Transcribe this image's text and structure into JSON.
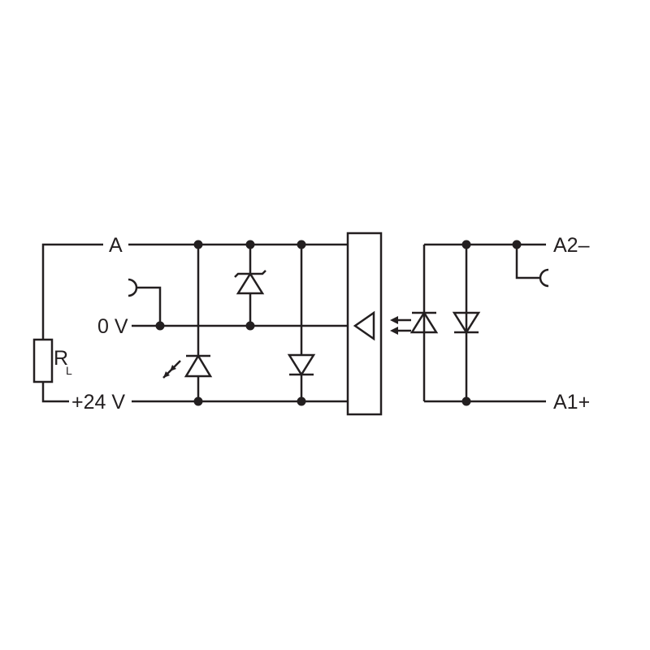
{
  "diagram": {
    "labels": {
      "a": "A",
      "zero_v": "0 V",
      "plus_24v": "+24 V",
      "rl_main": "R",
      "rl_sub": "L",
      "a2": "A2–",
      "a1": "A1+"
    },
    "colors": {
      "ink": "#231f20",
      "background": "#ffffff"
    }
  }
}
